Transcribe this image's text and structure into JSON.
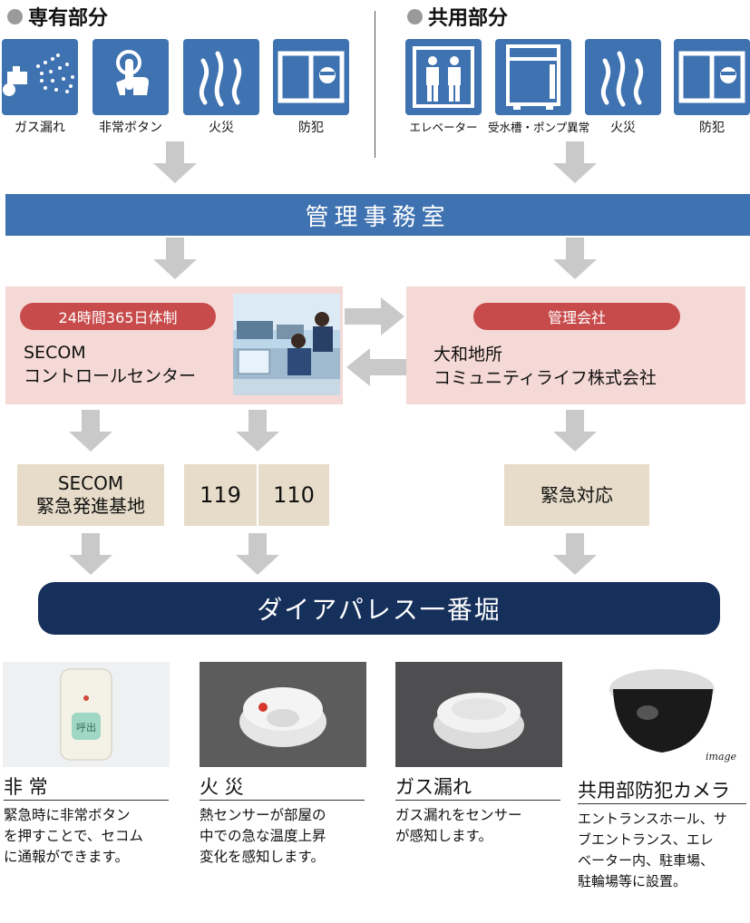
{
  "sections": {
    "private": {
      "title": "専有部分",
      "items": [
        {
          "label": "ガス漏れ",
          "icon": "gas-leak-icon"
        },
        {
          "label": "非常ボタン",
          "icon": "emergency-button-icon"
        },
        {
          "label": "火災",
          "icon": "fire-icon"
        },
        {
          "label": "防犯",
          "icon": "crime-prevention-icon"
        }
      ]
    },
    "common": {
      "title": "共用部分",
      "items": [
        {
          "label": "エレベーター",
          "icon": "elevator-icon"
        },
        {
          "label": "受水槽・ポンプ異常",
          "icon": "water-tank-icon"
        },
        {
          "label": "火災",
          "icon": "fire-icon"
        },
        {
          "label": "防犯",
          "icon": "crime-prevention-icon"
        }
      ]
    }
  },
  "office": {
    "label": "管理事務室"
  },
  "secom": {
    "pill": "24時間365日体制",
    "line1": "SECOM",
    "line2": "コントロールセンター"
  },
  "company": {
    "pill": "管理会社",
    "line1": "大和地所",
    "line2": "コミュニティライフ株式会社"
  },
  "tan_boxes": {
    "secom_base": {
      "line1": "SECOM",
      "line2": "緊急発進基地"
    },
    "fire_number": "119",
    "police_number": "110",
    "emergency": "緊急対応"
  },
  "destination": {
    "label": "ダイアパレス一番堀"
  },
  "features": [
    {
      "title": "非 常",
      "body": [
        "緊急時に非常ボタン",
        "を押すことで、セコム",
        "に通報ができます。"
      ],
      "photo_text": "呼出"
    },
    {
      "title": "火 災",
      "body": [
        "熱センサーが部屋の",
        "中での急な温度上昇",
        "変化を感知します。"
      ]
    },
    {
      "title": "ガス漏れ",
      "body": [
        "ガス漏れをセンサー",
        "が感知します。"
      ]
    },
    {
      "title": "共用部防犯カメラ",
      "body": [
        "エントランスホール、サ",
        "ブエントランス、エレ",
        "ベーター内、駐車場、",
        "駐輪場等に設置。"
      ],
      "photo_text": "image"
    }
  ],
  "colors": {
    "icon_blue": "#3f72b0",
    "pill_red": "#c84b4b",
    "pink": "#f5d9d6",
    "tan": "#e6dcc9",
    "navy": "#16305c",
    "arrow_gray": "#c9c9c9"
  }
}
